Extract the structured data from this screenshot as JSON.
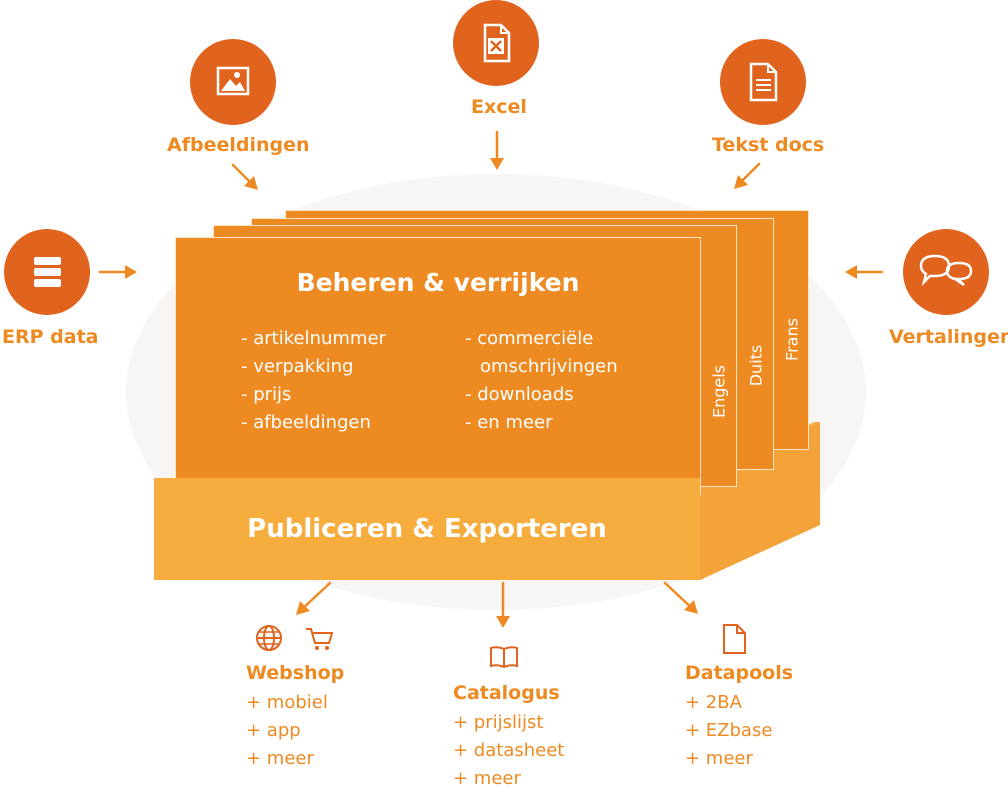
{
  "colors": {
    "accent": "#e0631e",
    "card": "#ee8a22",
    "box": "#f6ad3e",
    "label": "#ee8a22"
  },
  "sources": {
    "afbeeldingen": {
      "label": "Afbeeldingen",
      "icon": "image-icon"
    },
    "excel": {
      "label": "Excel",
      "icon": "excel-file-icon"
    },
    "tekst_docs": {
      "label": "Tekst docs",
      "icon": "document-icon"
    },
    "erp": {
      "label": "ERP data",
      "icon": "database-icon"
    },
    "vertalingen": {
      "label": "Vertalingen",
      "icon": "speech-bubbles-icon"
    }
  },
  "center": {
    "title": "Beheren & verrijken",
    "features_left": [
      "- artikelnummer",
      "- verpakking",
      "- prijs",
      "- afbeeldingen"
    ],
    "features_right": [
      "- commerciële",
      "omschrijvingen",
      "- downloads",
      "- en meer"
    ],
    "languages": [
      "Engels",
      "Duits",
      "Frans"
    ],
    "publish": "Publiceren & Exporteren"
  },
  "outputs": {
    "webshop": {
      "title": "Webshop",
      "items": [
        "+ mobiel",
        "+ app",
        "+ meer"
      ]
    },
    "catalogus": {
      "title": "Catalogus",
      "items": [
        "+ prijslijst",
        "+ datasheet",
        "+ meer"
      ]
    },
    "datapools": {
      "title": "Datapools",
      "items": [
        "+ 2BA",
        "+ EZbase",
        "+ meer"
      ]
    }
  }
}
